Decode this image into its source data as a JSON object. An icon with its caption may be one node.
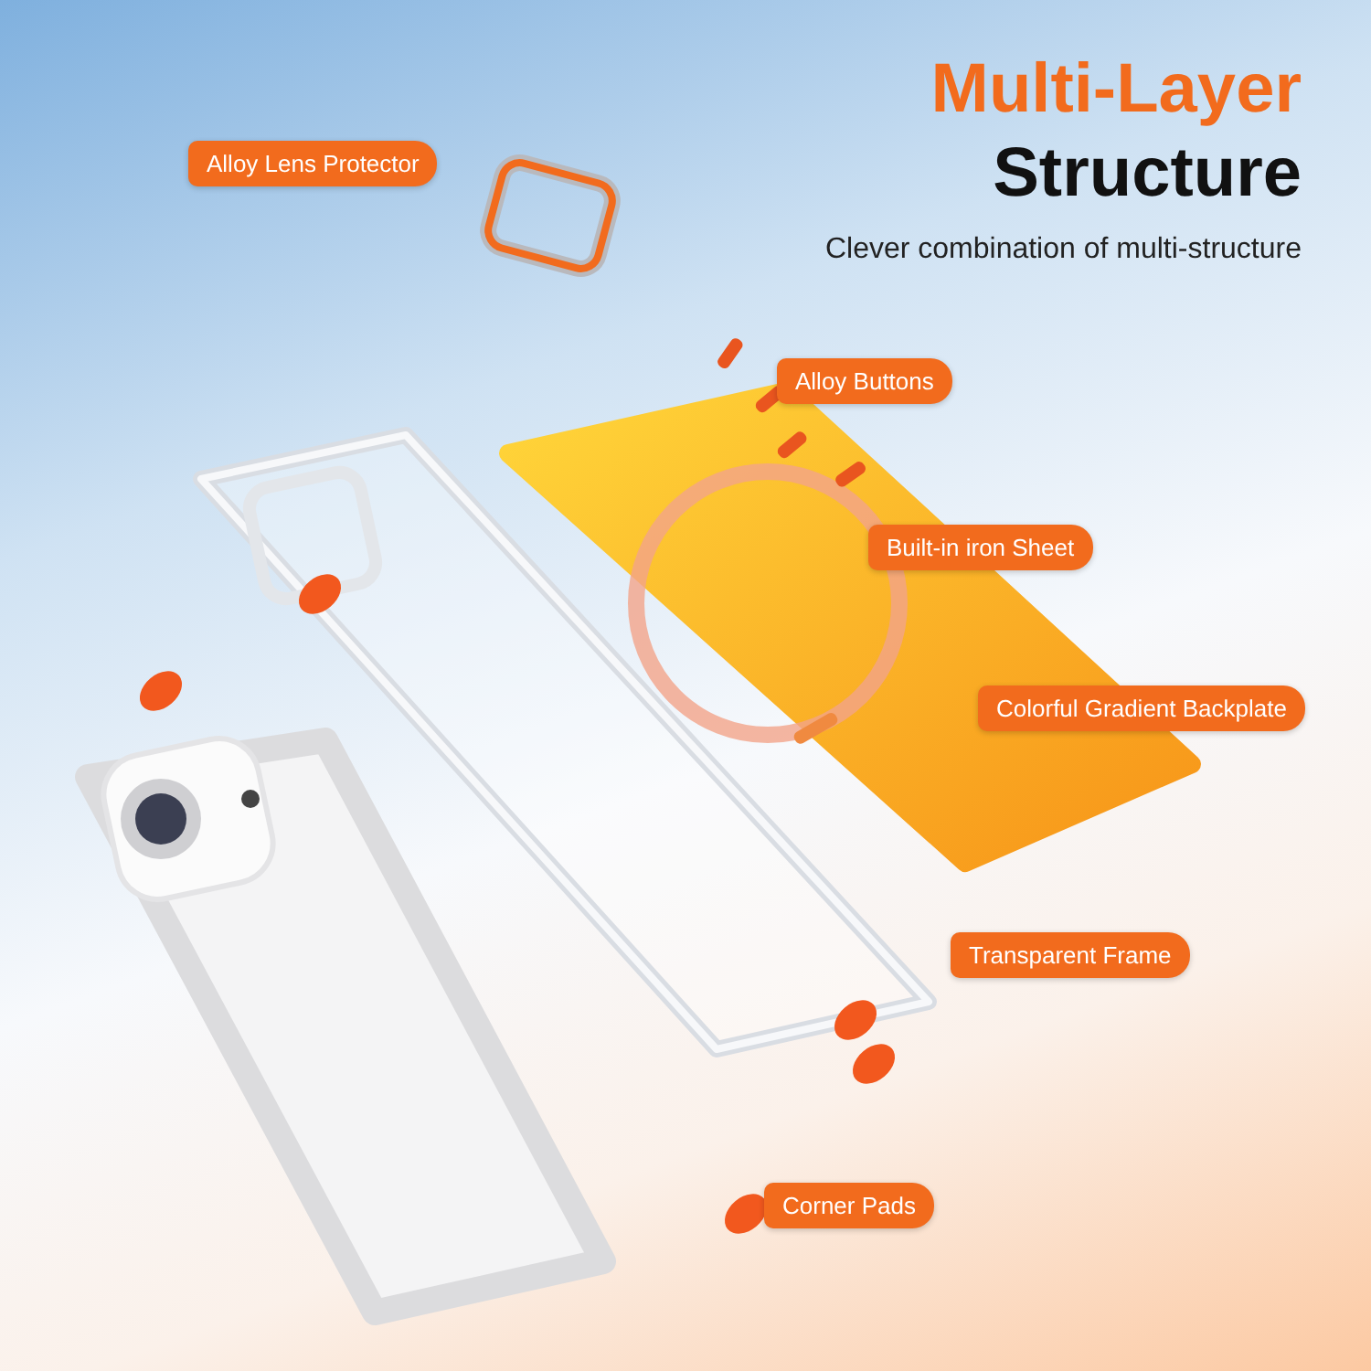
{
  "diagram": {
    "title": "Multi-Layer Structure",
    "nodes": [
      {
        "text": [
          "Alloy Lens Protector"
        ]
      },
      {
        "text": [
          "Alloy Buttons"
        ]
      },
      {
        "text": [
          "Built-in iron Sheet"
        ]
      },
      {
        "text": [
          "Colorful Gradient Backplate"
        ]
      },
      {
        "text": [
          "Transparent Frame"
        ]
      },
      {
        "text": [
          "Corner Pads"
        ]
      }
    ],
    "edges": [],
    "labels": [
      "Clever combination of multi-structure"
    ]
  }
}
